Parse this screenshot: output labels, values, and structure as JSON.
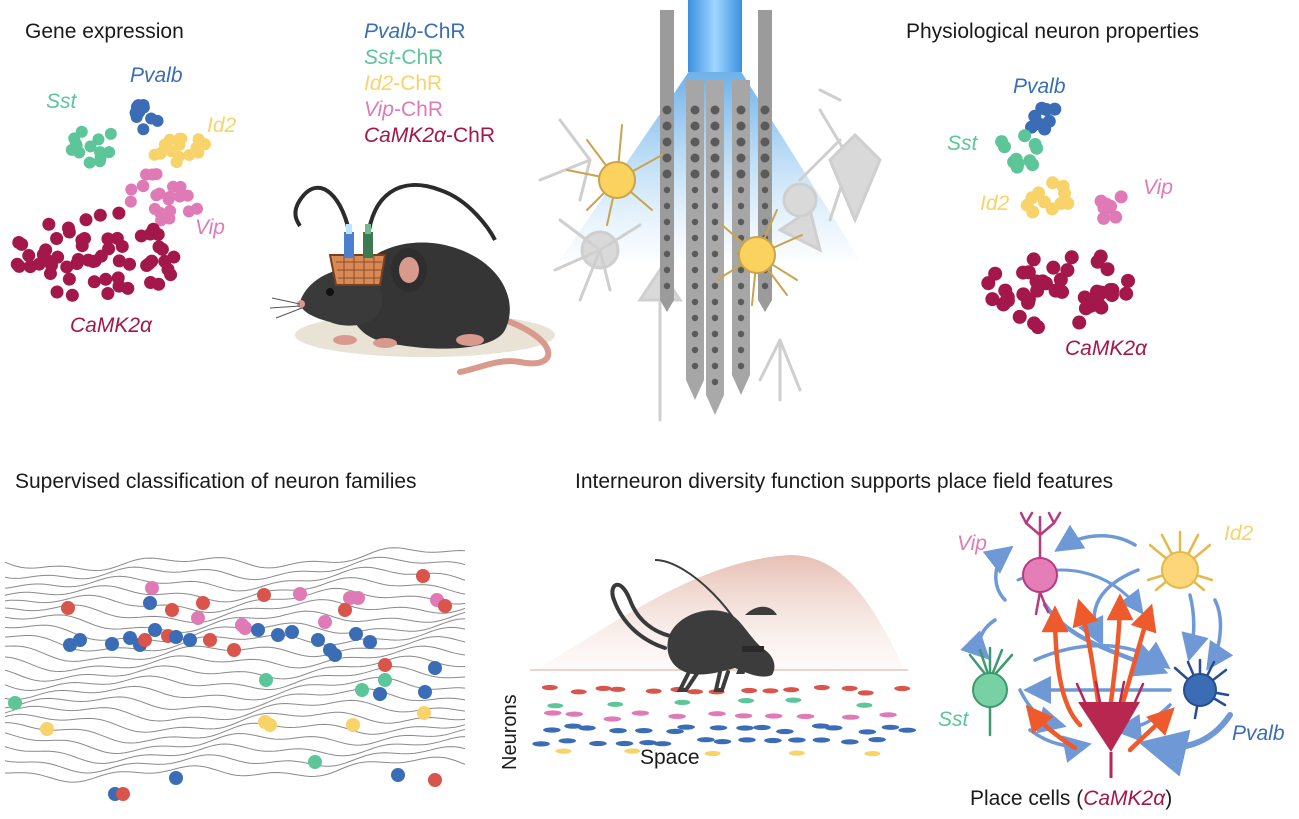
{
  "headers": {
    "gene_expression": "Gene expression",
    "physiological": "Physiological neuron properties",
    "supervised": "Supervised classification of neuron families",
    "interneuron": "Interneuron diversity function supports place field features"
  },
  "clusters": {
    "sst": "Sst",
    "pvalb": "Pvalb",
    "id2": "Id2",
    "vip": "Vip",
    "camk2a": "CaMK2α"
  },
  "legend": [
    {
      "gene": "Pvalb",
      "suffix": "-ChR",
      "color": "#3a6db5"
    },
    {
      "gene": "Sst",
      "suffix": "-ChR",
      "color": "#5cc59a"
    },
    {
      "gene": "Id2",
      "suffix": "-ChR",
      "color": "#f7d36a"
    },
    {
      "gene": "Vip",
      "suffix": "-ChR",
      "color": "#e07ab6"
    },
    {
      "gene": "CaMK2α",
      "suffix": "-ChR",
      "color": "#a3174a"
    }
  ],
  "place_field": {
    "neurons_label": "Neurons",
    "space_label": "Space"
  },
  "circuit": {
    "vip": "Vip",
    "id2": "Id2",
    "sst": "Sst",
    "pvalb": "Pvalb",
    "place_cells_prefix": "Place cells (",
    "place_cells_gene": "CaMK2α",
    "place_cells_suffix": ")"
  },
  "colors": {
    "pvalb": "#3a6db5",
    "sst": "#5cc59a",
    "id2": "#f7d36a",
    "vip": "#e07ab6",
    "camk2a": "#a3174a",
    "red": "#d9544a"
  }
}
